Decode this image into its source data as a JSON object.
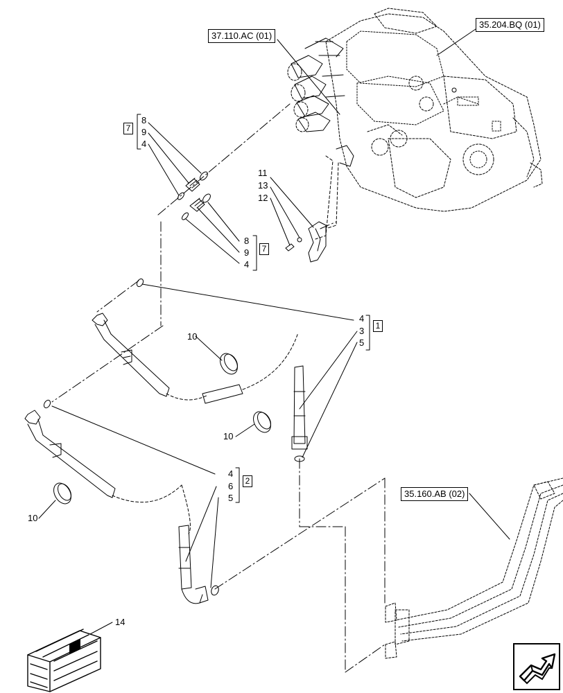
{
  "references": {
    "ref_37110": "37.110.AC (01)",
    "ref_35204": "35.204.BQ (01)",
    "ref_35160": "35.160.AB (02)"
  },
  "callouts": {
    "top_group": {
      "kit": "7",
      "items": [
        "8",
        "9",
        "4"
      ]
    },
    "mid_group": {
      "kit": "7",
      "items": [
        "8",
        "9",
        "4"
      ]
    },
    "bracket_items": [
      "11",
      "13",
      "12"
    ],
    "hose1_group": {
      "kit": "1",
      "items": [
        "4",
        "3",
        "5"
      ]
    },
    "hose2_group": {
      "kit": "2",
      "items": [
        "4",
        "6",
        "5"
      ]
    },
    "clamp_a": "10",
    "clamp_b": "10",
    "clamp_c": "10",
    "crate": "14"
  },
  "icons": {
    "nav": "next-page-arrow-icon",
    "crate": "shipping-crate-icon"
  }
}
